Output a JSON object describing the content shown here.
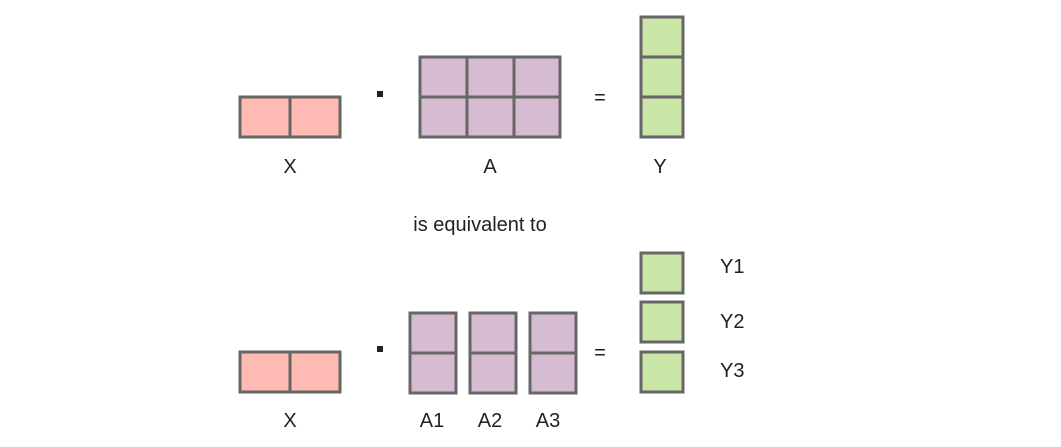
{
  "colors": {
    "x_fill": "#ffbbb3",
    "a_fill": "#d5bcd3",
    "y_fill": "#c9e6a8",
    "stroke": "#666666",
    "text": "#222222"
  },
  "top_equation": {
    "x_label": "X",
    "a_label": "A",
    "y_label": "Y",
    "equals": "="
  },
  "middle_text": "is equivalent to",
  "bottom_equation": {
    "x_label": "X",
    "a1_label": "A1",
    "a2_label": "A2",
    "a3_label": "A3",
    "y1_label": "Y1",
    "y2_label": "Y2",
    "y3_label": "Y3",
    "equals": "="
  }
}
